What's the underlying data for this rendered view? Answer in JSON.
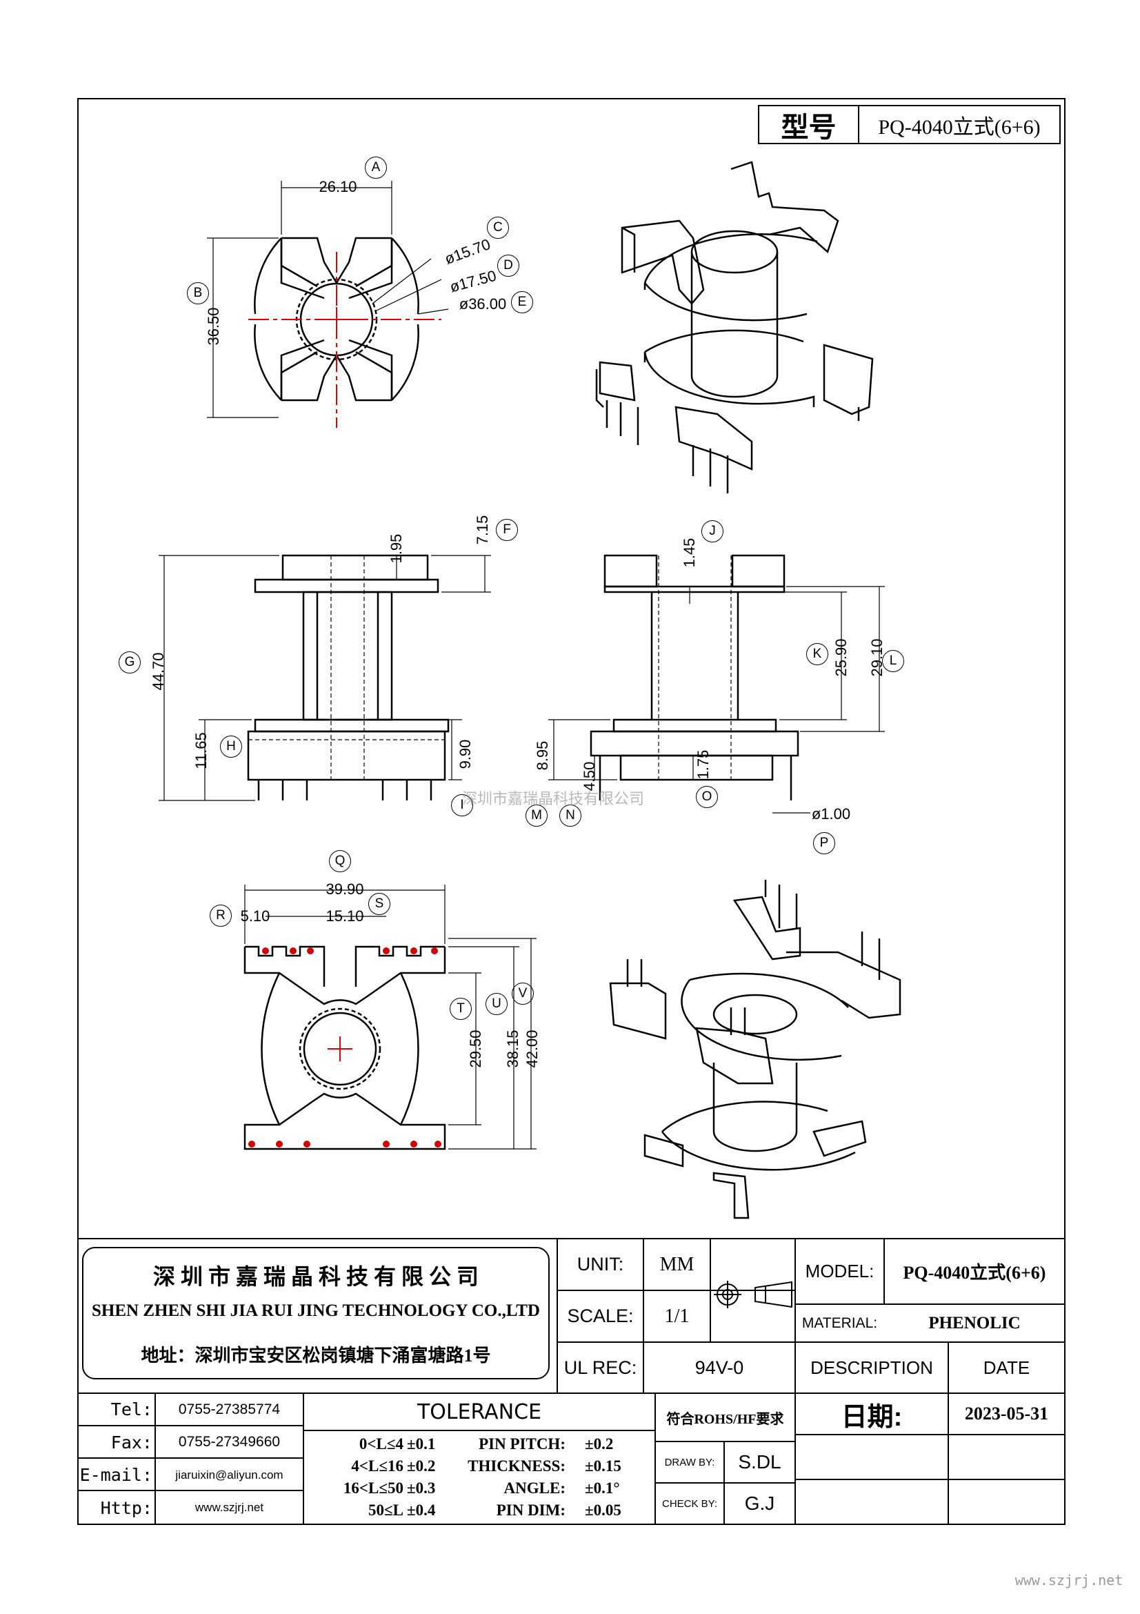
{
  "title_block": {
    "label": "型号",
    "value": "PQ-4040立式(6+6)"
  },
  "dims": {
    "A": "26.10",
    "B": "36.50",
    "C": "ø15.70",
    "D": "ø17.50",
    "E": "ø36.00",
    "F": "7.15",
    "F2": "1.95",
    "G": "44.70",
    "H": "11.65",
    "I": "9.90",
    "J": "1.45",
    "K": "25.90",
    "L": "29.10",
    "M": "8.95",
    "N": "4.50",
    "O": "1.75",
    "P": "ø1.00",
    "Q": "39.90",
    "R": "5.10",
    "S": "15.10",
    "T": "29.50",
    "U": "38.15",
    "V": "42.00"
  },
  "markers": [
    "A",
    "B",
    "C",
    "D",
    "E",
    "F",
    "G",
    "H",
    "I",
    "J",
    "K",
    "L",
    "M",
    "N",
    "O",
    "P",
    "Q",
    "R",
    "S",
    "T",
    "U",
    "V"
  ],
  "watermark": "深圳市嘉瑞晶科技有限公司",
  "footer_url": "www.szjrj.net",
  "company": {
    "cn": "深 圳 市 嘉 瑞 晶 科 技 有 限 公 司",
    "en": "SHEN ZHEN SHI  JIA RUI JING  TECHNOLOGY CO.,LTD",
    "address": "地址：深圳市宝安区松岗镇塘下涌富塘路1号"
  },
  "contact": [
    {
      "label": "Tel:",
      "value": "0755-27385774"
    },
    {
      "label": "Fax:",
      "value": "0755-27349660"
    },
    {
      "label": "E-mail:",
      "value": "jiaruixin@aliyun.com"
    },
    {
      "label": "Http:",
      "value": "www.szjrj.net"
    }
  ],
  "unit": {
    "label": "UNIT:",
    "value": "MM"
  },
  "scale": {
    "label": "SCALE:",
    "value": "1/1"
  },
  "ul": {
    "label": "UL REC:",
    "value": "94V-0"
  },
  "model": {
    "label": "MODEL:",
    "value": "PQ-4040立式(6+6)"
  },
  "material": {
    "label": "MATERIAL:",
    "value": "PHENOLIC"
  },
  "description_label": "DESCRIPTION",
  "date_label": "DATE",
  "date": {
    "label": "日期:",
    "value": "2023-05-31"
  },
  "rohs": "符合ROHS/HF要求",
  "tolerance": {
    "title": "TOLERANCE",
    "rows": [
      {
        "range": "0<L≤4",
        "tol": "±0.1"
      },
      {
        "range": "4<L≤16",
        "tol": "±0.2"
      },
      {
        "range": "16<L≤50",
        "tol": "±0.3"
      },
      {
        "range": "50≤L",
        "tol": "±0.4"
      }
    ],
    "specs": [
      {
        "label": "PIN PITCH:",
        "value": "±0.2"
      },
      {
        "label": "THICKNESS:",
        "value": "±0.15"
      },
      {
        "label": "ANGLE:",
        "value": "±0.1°"
      },
      {
        "label": "PIN DIM:",
        "value": "±0.05"
      }
    ]
  },
  "draw_by": {
    "label": "DRAW BY:",
    "value": "S.DL"
  },
  "check_by": {
    "label": "CHECK BY:",
    "value": "G.J"
  }
}
